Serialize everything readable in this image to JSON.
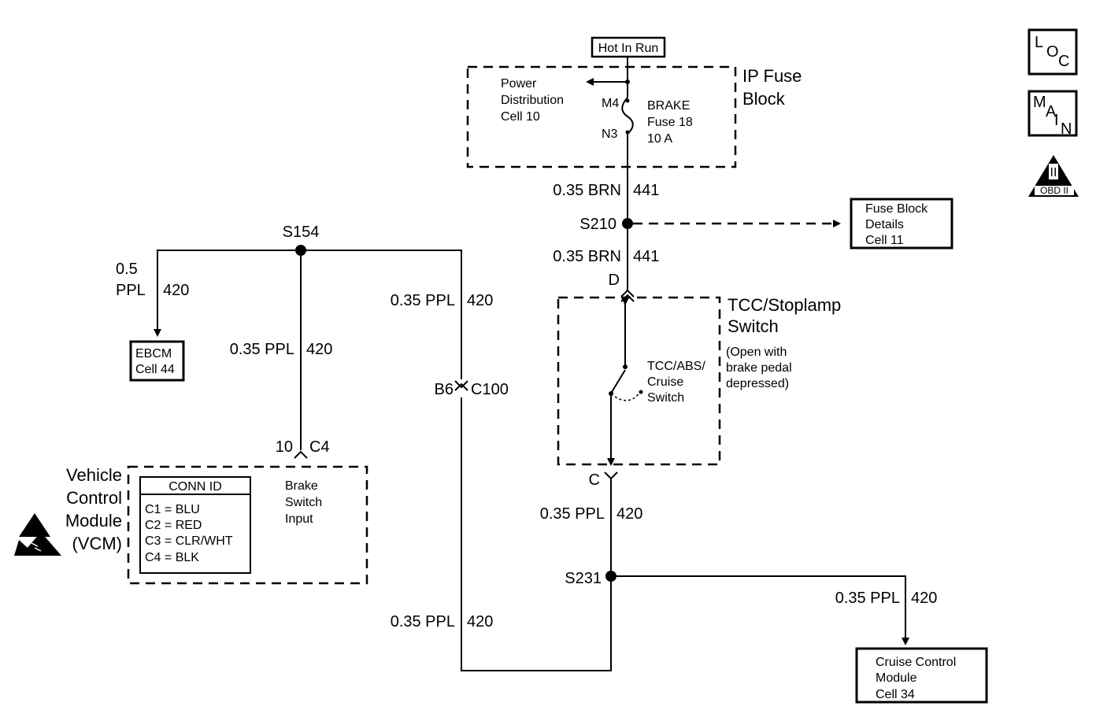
{
  "hot_in_run": "Hot In Run",
  "ip_fuse_block": [
    "IP Fuse",
    "Block"
  ],
  "power_distribution": [
    "Power",
    "Distribution",
    "Cell 10"
  ],
  "fuse": {
    "pin_in": "M4",
    "pin_out": "N3",
    "label": [
      "BRAKE",
      "Fuse 18",
      "10 A"
    ]
  },
  "wire_brn_upper": {
    "gauge": "0.35 BRN",
    "circuit": "441"
  },
  "s210": "S210",
  "fuse_block_details": [
    "Fuse Block",
    "Details",
    "Cell 11"
  ],
  "wire_brn_lower": {
    "gauge": "0.35 BRN",
    "circuit": "441"
  },
  "terminal_d": "D",
  "tcc_switch_title": [
    "TCC/Stoplamp",
    "Switch"
  ],
  "tcc_switch_note": [
    "(Open with",
    "brake pedal",
    "depressed)"
  ],
  "tcc_switch_inner": [
    "TCC/ABS/",
    "Cruise",
    "Switch"
  ],
  "terminal_c": "C",
  "wire_ppl_switch_out": {
    "gauge": "0.35 PPL",
    "circuit": "420"
  },
  "s231": "S231",
  "wire_ppl_cruise": {
    "gauge": "0.35 PPL",
    "circuit": "420"
  },
  "cruise_module": [
    "Cruise Control",
    "Module",
    "Cell 34"
  ],
  "wire_ppl_return": {
    "gauge": "0.35 PPL",
    "circuit": "420"
  },
  "s154": "S154",
  "wire_ebcm": {
    "gauge_a": "0.5",
    "gauge_b": "PPL",
    "circuit": "420"
  },
  "ebcm": [
    "EBCM",
    "Cell 44"
  ],
  "wire_vcm": {
    "gauge": "0.35 PPL",
    "circuit": "420"
  },
  "wire_c100": {
    "gauge": "0.35 PPL",
    "circuit": "420"
  },
  "c100": {
    "pin": "B6",
    "connector": "C100"
  },
  "vcm_pin": {
    "pin": "10",
    "connector": "C4"
  },
  "vcm_title": [
    "Vehicle",
    "Control",
    "Module",
    "(VCM)"
  ],
  "brake_switch_input": [
    "Brake",
    "Switch",
    "Input"
  ],
  "conn_id": {
    "title": "CONN ID",
    "rows": [
      "C1  =  BLU",
      "C2  =  RED",
      "C3  =  CLR/WHT",
      "C4  =  BLK"
    ]
  },
  "loc_icon": [
    "L",
    "O",
    "C"
  ],
  "main_icon": [
    "M",
    "A",
    "I",
    "N"
  ],
  "obd_icon": {
    "numeral": "II",
    "label": "OBD II"
  }
}
